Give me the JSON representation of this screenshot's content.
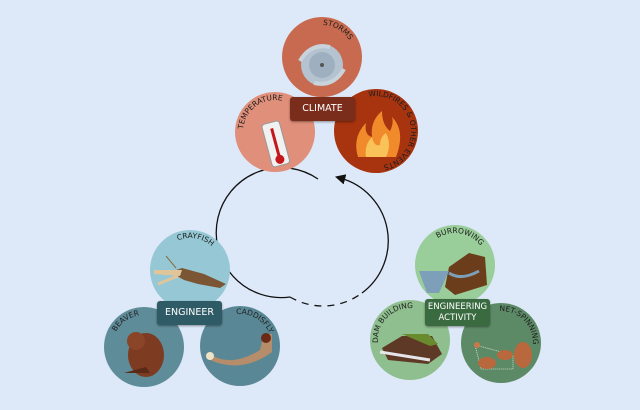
{
  "groups": [
    {
      "id": "climate",
      "title": "CLIMATE",
      "box_color": "#7b2d1b",
      "items": [
        {
          "label": "STORMS",
          "color": "#c86a4f",
          "icon": "hurricane-icon"
        },
        {
          "label": "TEMPERATURE",
          "color": "#e08f7a",
          "icon": "thermometer-icon"
        },
        {
          "label": "WILDFIRES & OTHER EVENTS",
          "color": "#a7330f",
          "icon": "fire-icon"
        }
      ]
    },
    {
      "id": "engineer",
      "title": "ENGINEER",
      "box_color": "#2f5b66",
      "items": [
        {
          "label": "CRAYFISH",
          "color": "#95c8d4",
          "icon": "crayfish-icon"
        },
        {
          "label": "BEAVER",
          "color": "#5f8c99",
          "icon": "beaver-icon"
        },
        {
          "label": "CADDISFLY",
          "color": "#5a8795",
          "icon": "caddisfly-larva-icon"
        }
      ]
    },
    {
      "id": "activity",
      "title": "ENGINEERING ACTIVITY",
      "title_lines": [
        "ENGINEERING",
        "ACTIVITY"
      ],
      "box_color": "#3a6a40",
      "items": [
        {
          "label": "BURROWING",
          "color": "#99cd99",
          "icon": "burrow-icon"
        },
        {
          "label": "DAM BUILDING",
          "color": "#8fbe8f",
          "icon": "dam-icon"
        },
        {
          "label": "NET-SPINNING",
          "color": "#5d8a66",
          "icon": "net-icon"
        }
      ]
    }
  ]
}
